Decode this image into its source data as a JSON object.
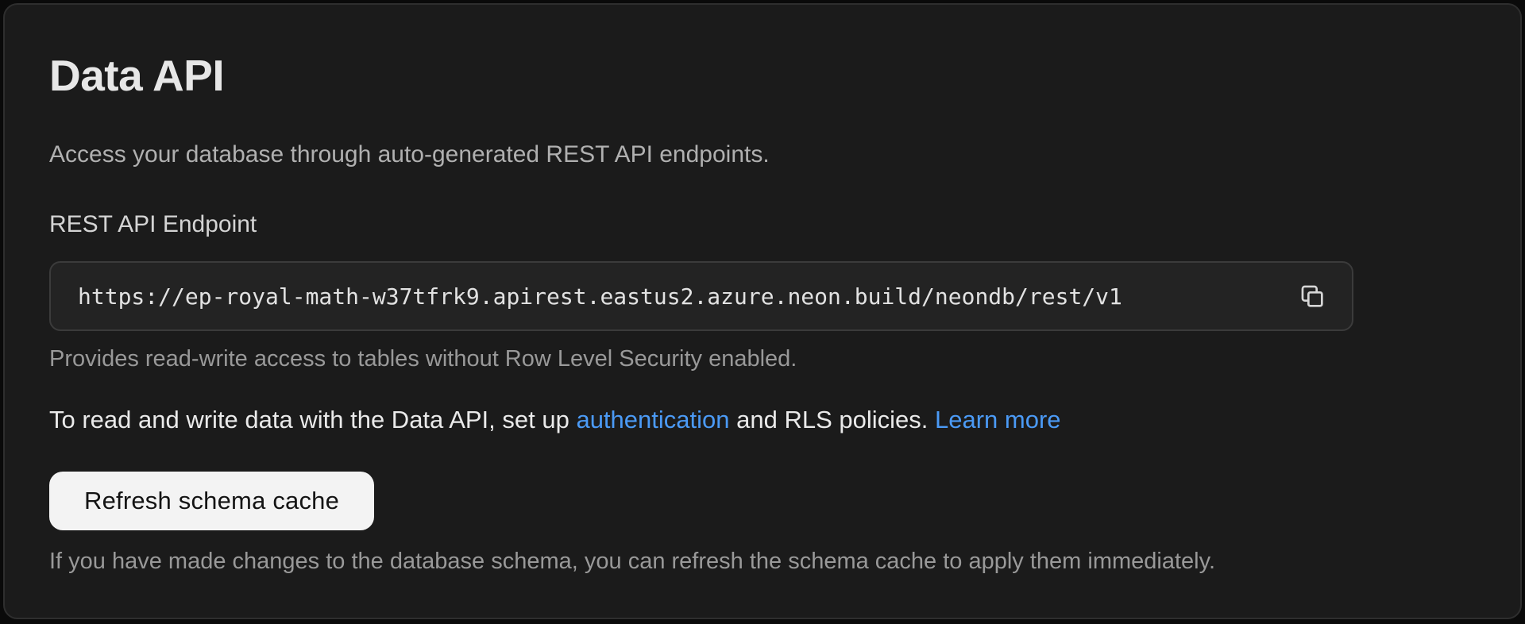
{
  "page": {
    "title": "Data API",
    "subtitle": "Access your database through auto-generated REST API endpoints."
  },
  "endpoint": {
    "label": "REST API Endpoint",
    "url": "https://ep-royal-math-w37tfrk9.apirest.eastus2.azure.neon.build/neondb/rest/v1",
    "copy_icon": "copy-icon",
    "helper": "Provides read-write access to tables without Row Level Security enabled."
  },
  "rls_note": {
    "text_before": "To read and write data with the Data API, set up ",
    "auth_link": "authentication",
    "text_middle": " and RLS policies. ",
    "learn_more_link": "Learn more"
  },
  "schema_cache": {
    "button_label": "Refresh schema cache",
    "helper": "If you have made changes to the database schema, you can refresh the schema cache to apply them immediately."
  },
  "colors": {
    "page_bg": "#0a0a0a",
    "card_bg": "#1b1b1b",
    "card_border": "#2e2e2e",
    "field_bg": "#232323",
    "field_border": "#3b3b3b",
    "link": "#4b9af5",
    "button_bg": "#f3f3f3",
    "button_text": "#141414"
  }
}
